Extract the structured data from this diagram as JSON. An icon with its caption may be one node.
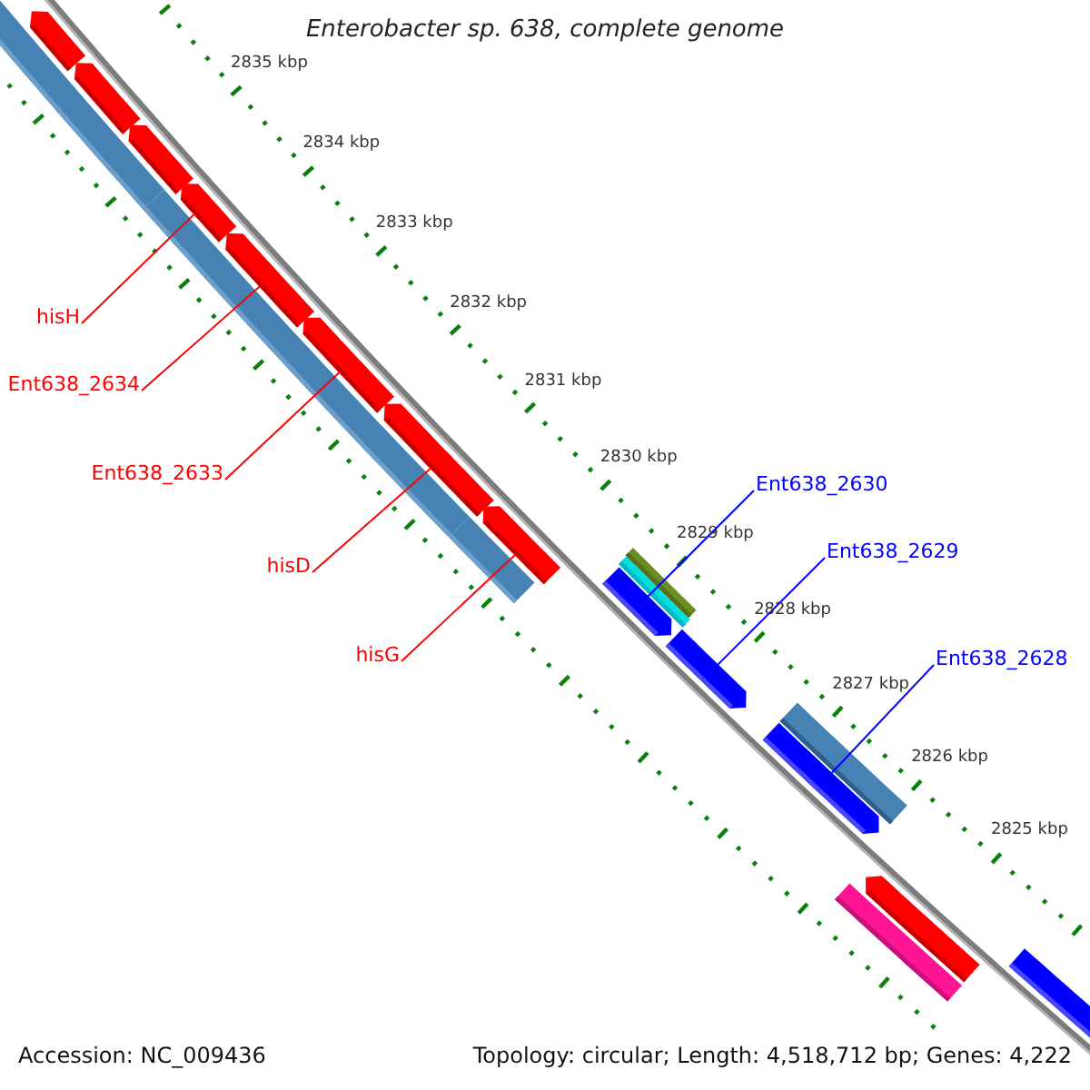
{
  "diagram": {
    "title": "Enterobacter sp. 638, complete genome",
    "nodes": [
      {
        "text": [
          "hisH"
        ]
      },
      {
        "text": [
          "Ent638_2634"
        ]
      },
      {
        "text": [
          "Ent638_2633"
        ]
      },
      {
        "text": [
          "hisD"
        ]
      },
      {
        "text": [
          "hisG"
        ]
      },
      {
        "text": [
          "Ent638_2630"
        ]
      },
      {
        "text": [
          "Ent638_2629"
        ]
      },
      {
        "text": [
          "Ent638_2628"
        ]
      },
      {
        "text": [],
        "shape": "bar"
      },
      {
        "text": [],
        "shape": "bar"
      },
      {
        "text": [],
        "shape": "bar"
      },
      {
        "text": [],
        "shape": "bar"
      },
      {
        "text": [],
        "shape": "bar"
      },
      {
        "text": [],
        "shape": "bar"
      },
      {
        "text": [],
        "shape": "bar"
      },
      {
        "text": [],
        "shape": "bar"
      },
      {
        "text": [],
        "shape": "bar"
      },
      {
        "text": [],
        "shape": "bar"
      },
      {
        "text": [],
        "shape": "bar"
      },
      {
        "text": [],
        "shape": "bar"
      },
      {
        "text": [],
        "shape": "bar"
      },
      {
        "text": [],
        "shape": "bar"
      },
      {
        "text": [],
        "shape": "bar"
      },
      {
        "text": [],
        "shape": "bar"
      },
      {
        "text": [],
        "shape": "bar"
      },
      {
        "text": [],
        "shape": "bar"
      },
      {
        "text": [],
        "shape": "bar"
      },
      {
        "text": [],
        "shape": "bar"
      }
    ],
    "edges": [
      {
        "from": 0,
        "to": 11,
        "arrow": "none"
      },
      {
        "from": 1,
        "to": 12,
        "arrow": "none"
      },
      {
        "from": 2,
        "to": 13,
        "arrow": "none"
      },
      {
        "from": 3,
        "to": 14,
        "arrow": "none"
      },
      {
        "from": 4,
        "to": 15,
        "arrow": "none"
      },
      {
        "from": 5,
        "to": 21,
        "arrow": "none",
        "color": "#0000ff"
      },
      {
        "from": 6,
        "to": 22,
        "arrow": "none",
        "color": "#0000ff"
      },
      {
        "from": 7,
        "to": 24,
        "arrow": "none",
        "color": "#0000ff"
      }
    ],
    "labels": [
      "2835 kbp",
      "2834 kbp",
      "2833 kbp",
      "2832 kbp",
      "2831 kbp",
      "2830 kbp",
      "2829 kbp",
      "2828 kbp",
      "2827 kbp",
      "2826 kbp",
      "2825 kbp",
      "Accession: NC_009436",
      "Topology: circular; Length: 4,518,712 bp; Genes: 4,222"
    ]
  }
}
